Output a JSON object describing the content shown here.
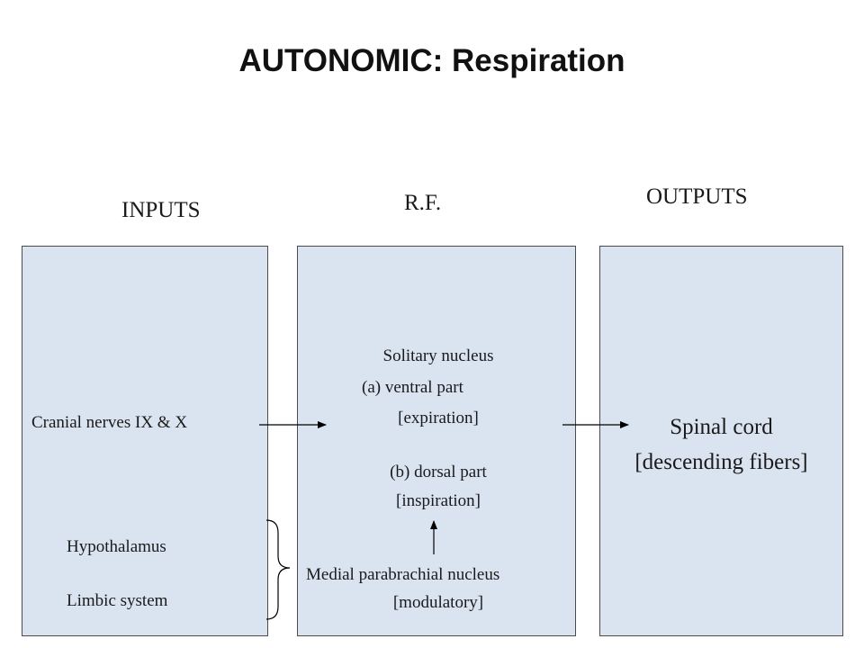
{
  "title": "AUTONOMIC: Respiration",
  "columns": {
    "inputs": "INPUTS",
    "rf": "R.F.",
    "outputs": "OUTPUTS"
  },
  "inputs_box": {
    "cranial_nerves": "Cranial nerves IX & X",
    "hypothalamus": "Hypothalamus",
    "limbic_system": "Limbic system"
  },
  "rf_box": {
    "solitary_nucleus": "Solitary nucleus",
    "ventral_part": "(a) ventral part",
    "expiration": "[expiration]",
    "dorsal_part": "(b) dorsal part",
    "inspiration": "[inspiration]",
    "medial_parabrachial": "Medial parabrachial nucleus",
    "modulatory": "[modulatory]"
  },
  "outputs_box": {
    "spinal_cord": "Spinal cord",
    "descending_fibers": "[descending fibers]"
  },
  "colors": {
    "box_fill": "#dae3f0",
    "box_border": "#4b4b4b",
    "arrow": "#000000"
  }
}
